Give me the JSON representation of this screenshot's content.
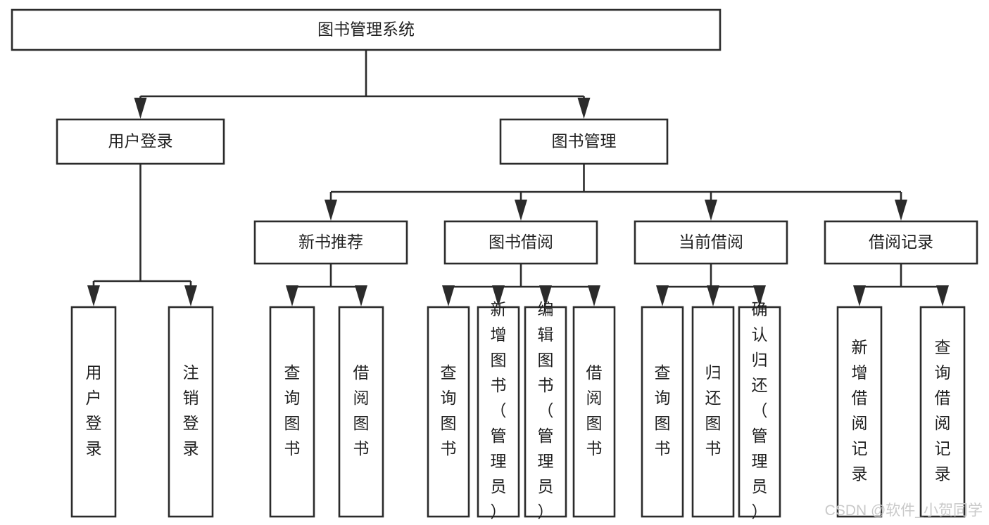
{
  "diagram": {
    "title": "图书管理系统",
    "type": "hierarchy-tree",
    "orientation": "top-down",
    "colors": {
      "background": "#ffffff",
      "box_fill": "#ffffff",
      "box_stroke": "#2b2b2b",
      "text": "#1f1f1f",
      "connector": "#2b2b2b",
      "watermark": "#c9c9c9"
    },
    "levels": [
      {
        "level": 0,
        "nodes": [
          {
            "id": "root",
            "label": "图书管理系统",
            "orientation": "horizontal"
          }
        ]
      },
      {
        "level": 1,
        "nodes": [
          {
            "id": "user-login",
            "label": "用户登录",
            "orientation": "horizontal",
            "parent": "root"
          },
          {
            "id": "book-manage",
            "label": "图书管理",
            "orientation": "horizontal",
            "parent": "root"
          }
        ]
      },
      {
        "level": 2,
        "nodes": [
          {
            "id": "new-book-recommend",
            "label": "新书推荐",
            "orientation": "horizontal",
            "parent": "book-manage"
          },
          {
            "id": "book-borrow",
            "label": "图书借阅",
            "orientation": "horizontal",
            "parent": "book-manage"
          },
          {
            "id": "current-borrow",
            "label": "当前借阅",
            "orientation": "horizontal",
            "parent": "book-manage"
          },
          {
            "id": "borrow-record",
            "label": "借阅记录",
            "orientation": "horizontal",
            "parent": "book-manage"
          }
        ]
      },
      {
        "level": 3,
        "nodes": [
          {
            "id": "leaf-user-login",
            "label": "用户登录",
            "orientation": "vertical",
            "parent": "user-login"
          },
          {
            "id": "leaf-logout",
            "label": "注销登录",
            "orientation": "vertical",
            "parent": "user-login"
          },
          {
            "id": "leaf-query-book-1",
            "label": "查询图书",
            "orientation": "vertical",
            "parent": "new-book-recommend"
          },
          {
            "id": "leaf-borrow-book-1",
            "label": "借阅图书",
            "orientation": "vertical",
            "parent": "new-book-recommend"
          },
          {
            "id": "leaf-query-book-2",
            "label": "查询图书",
            "orientation": "vertical",
            "parent": "book-borrow"
          },
          {
            "id": "leaf-add-book",
            "label": "新增图书（管理员）",
            "orientation": "vertical",
            "parent": "book-borrow"
          },
          {
            "id": "leaf-edit-book",
            "label": "编辑图书（管理员）",
            "orientation": "vertical",
            "parent": "book-borrow"
          },
          {
            "id": "leaf-borrow-book-2",
            "label": "借阅图书",
            "orientation": "vertical",
            "parent": "book-borrow"
          },
          {
            "id": "leaf-query-book-3",
            "label": "查询图书",
            "orientation": "vertical",
            "parent": "current-borrow"
          },
          {
            "id": "leaf-return-book",
            "label": "归还图书",
            "orientation": "vertical",
            "parent": "current-borrow"
          },
          {
            "id": "leaf-confirm-return",
            "label": "确认归还（管理员）",
            "orientation": "vertical",
            "parent": "current-borrow"
          },
          {
            "id": "leaf-add-record",
            "label": "新增借阅记录",
            "orientation": "vertical",
            "parent": "borrow-record"
          },
          {
            "id": "leaf-query-record",
            "label": "查询借阅记录",
            "orientation": "vertical",
            "parent": "borrow-record"
          }
        ]
      }
    ],
    "watermark": "CSDN @软件_小贺同学"
  }
}
